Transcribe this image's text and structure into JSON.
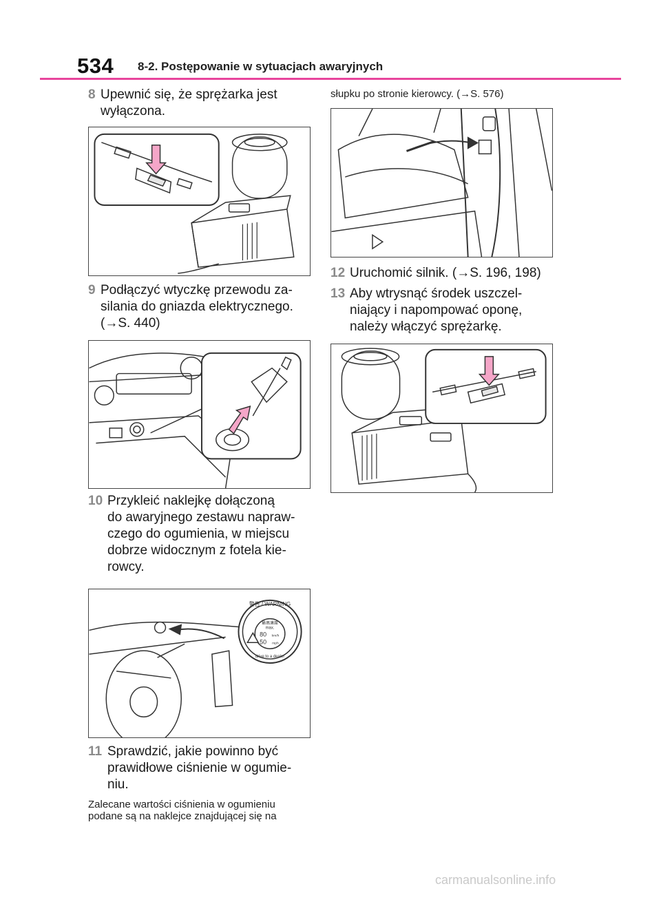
{
  "header": {
    "page_number": "534",
    "section_title": "8-2. Postępowanie w sytuacjach awaryjnych"
  },
  "steps": [
    {
      "num": "8",
      "text": "Upewnić się, że sprężarka jest\nwyłączona."
    },
    {
      "num": "9",
      "text": "Podłączyć wtyczkę przewodu za-\nsilania do gniazda elektrycznego.\n(→S. 440)"
    },
    {
      "num": "10",
      "text": "Przykleić naklejkę dołączoną\ndo awaryjnego zestawu napraw-\nczego do ogumienia, w miejscu\ndobrze widocznym z fotela kie-\nrowcy."
    },
    {
      "num": "11",
      "text": "Sprawdzić, jakie powinno być\nprawidłowe ciśnienie w ogumie-\nniu."
    },
    {
      "num": "12",
      "text": "Uruchomić silnik. (→S. 196, 198)"
    },
    {
      "num": "13",
      "text": "Aby wtrysnąć środek uszczel-\nniający i napompować oponę,\nnależy włączyć sprężarkę."
    }
  ],
  "notes": {
    "left": "Zalecane wartości ciśnienia w ogumieniu\npodane są na naklejce znajdującej się na",
    "right": "słupku po stronie kierowcy. (→S. 576)"
  },
  "sticker": {
    "top_text": "警告 / WARNING",
    "kanji": "最高速度",
    "max": "max.",
    "speed_kmh": "80",
    "unit_kmh": "km/h",
    "speed_mph": "50",
    "unit_mph": "mph",
    "bottom_text": "drive to a dealer"
  },
  "watermark": "carmanualsonline.info",
  "colors": {
    "accent_rule": "#e8459c",
    "arrow_pink": "#f5a6c8",
    "step_number": "#8a8a8a"
  }
}
